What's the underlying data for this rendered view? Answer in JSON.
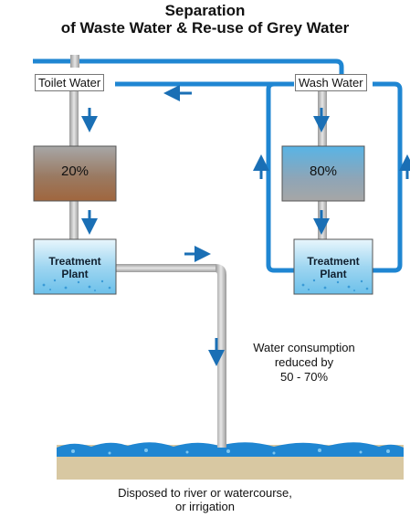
{
  "title": {
    "line1": "Separation",
    "line2": "of Waste Water & Re-use of Grey Water"
  },
  "labels": {
    "toilet_water": "Toilet Water",
    "wash_water": "Wash Water"
  },
  "tanks": {
    "toilet_tank_percent": "20%",
    "wash_tank_percent": "80%"
  },
  "plants": {
    "left_line1": "Treatment",
    "left_line2": "Plant",
    "right_line1": "Treatment",
    "right_line2": "Plant"
  },
  "note": {
    "line1": "Water consumption",
    "line2": "reduced by",
    "line3": "50 - 70%"
  },
  "footer": {
    "line1": "Disposed to river or watercourse,",
    "line2": "or irrigation"
  },
  "colors": {
    "pipe_blue": "#1f86d2",
    "pipe_grey": "#bcbcbc",
    "arrow": "#1a6fb5",
    "waste_tank": "#9a6a4a",
    "clean_tank": "#5fb0e0",
    "ground": "#d8c8a2"
  }
}
